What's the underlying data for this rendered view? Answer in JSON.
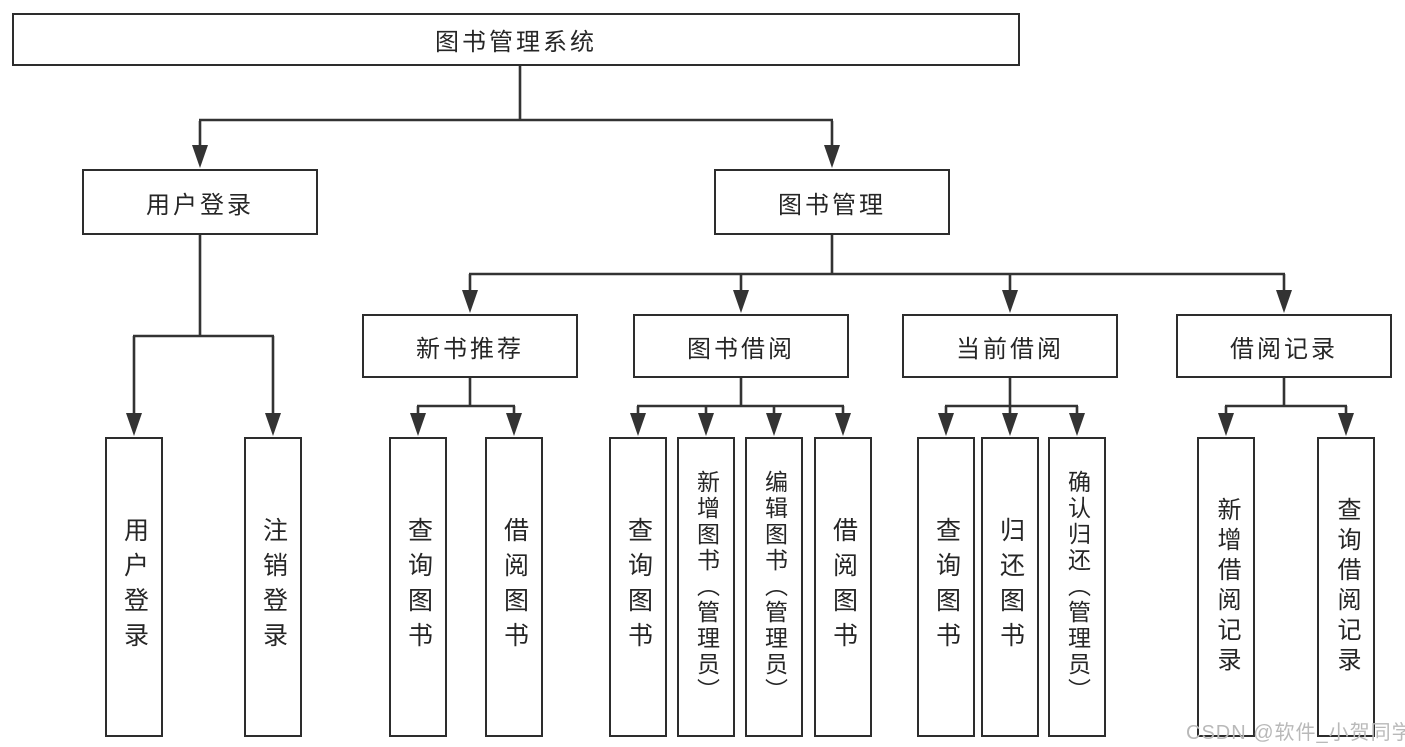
{
  "colors": {
    "bg": "#ffffff",
    "line": "#333333",
    "border": "#2d2d2d",
    "text": "#262626",
    "watermark": "#b9b9b9"
  },
  "watermark": {
    "text": "CSDN @软件_小贺同学"
  },
  "tree": {
    "label": "图书管理系统",
    "children": [
      {
        "label": "用户登录",
        "children": [
          {
            "label": "用户登录"
          },
          {
            "label": "注销登录"
          }
        ]
      },
      {
        "label": "图书管理",
        "children": [
          {
            "label": "新书推荐",
            "children": [
              {
                "label": "查询图书"
              },
              {
                "label": "借阅图书"
              }
            ]
          },
          {
            "label": "图书借阅",
            "children": [
              {
                "label": "查询图书"
              },
              {
                "label": "新增图书（管理员）"
              },
              {
                "label": "编辑图书（管理员）"
              },
              {
                "label": "借阅图书"
              }
            ]
          },
          {
            "label": "当前借阅",
            "children": [
              {
                "label": "查询图书"
              },
              {
                "label": "归还图书"
              },
              {
                "label": "确认归还（管理员）"
              }
            ]
          },
          {
            "label": "借阅记录",
            "children": [
              {
                "label": "新增借阅记录"
              },
              {
                "label": "查询借阅记录"
              }
            ]
          }
        ]
      }
    ]
  }
}
